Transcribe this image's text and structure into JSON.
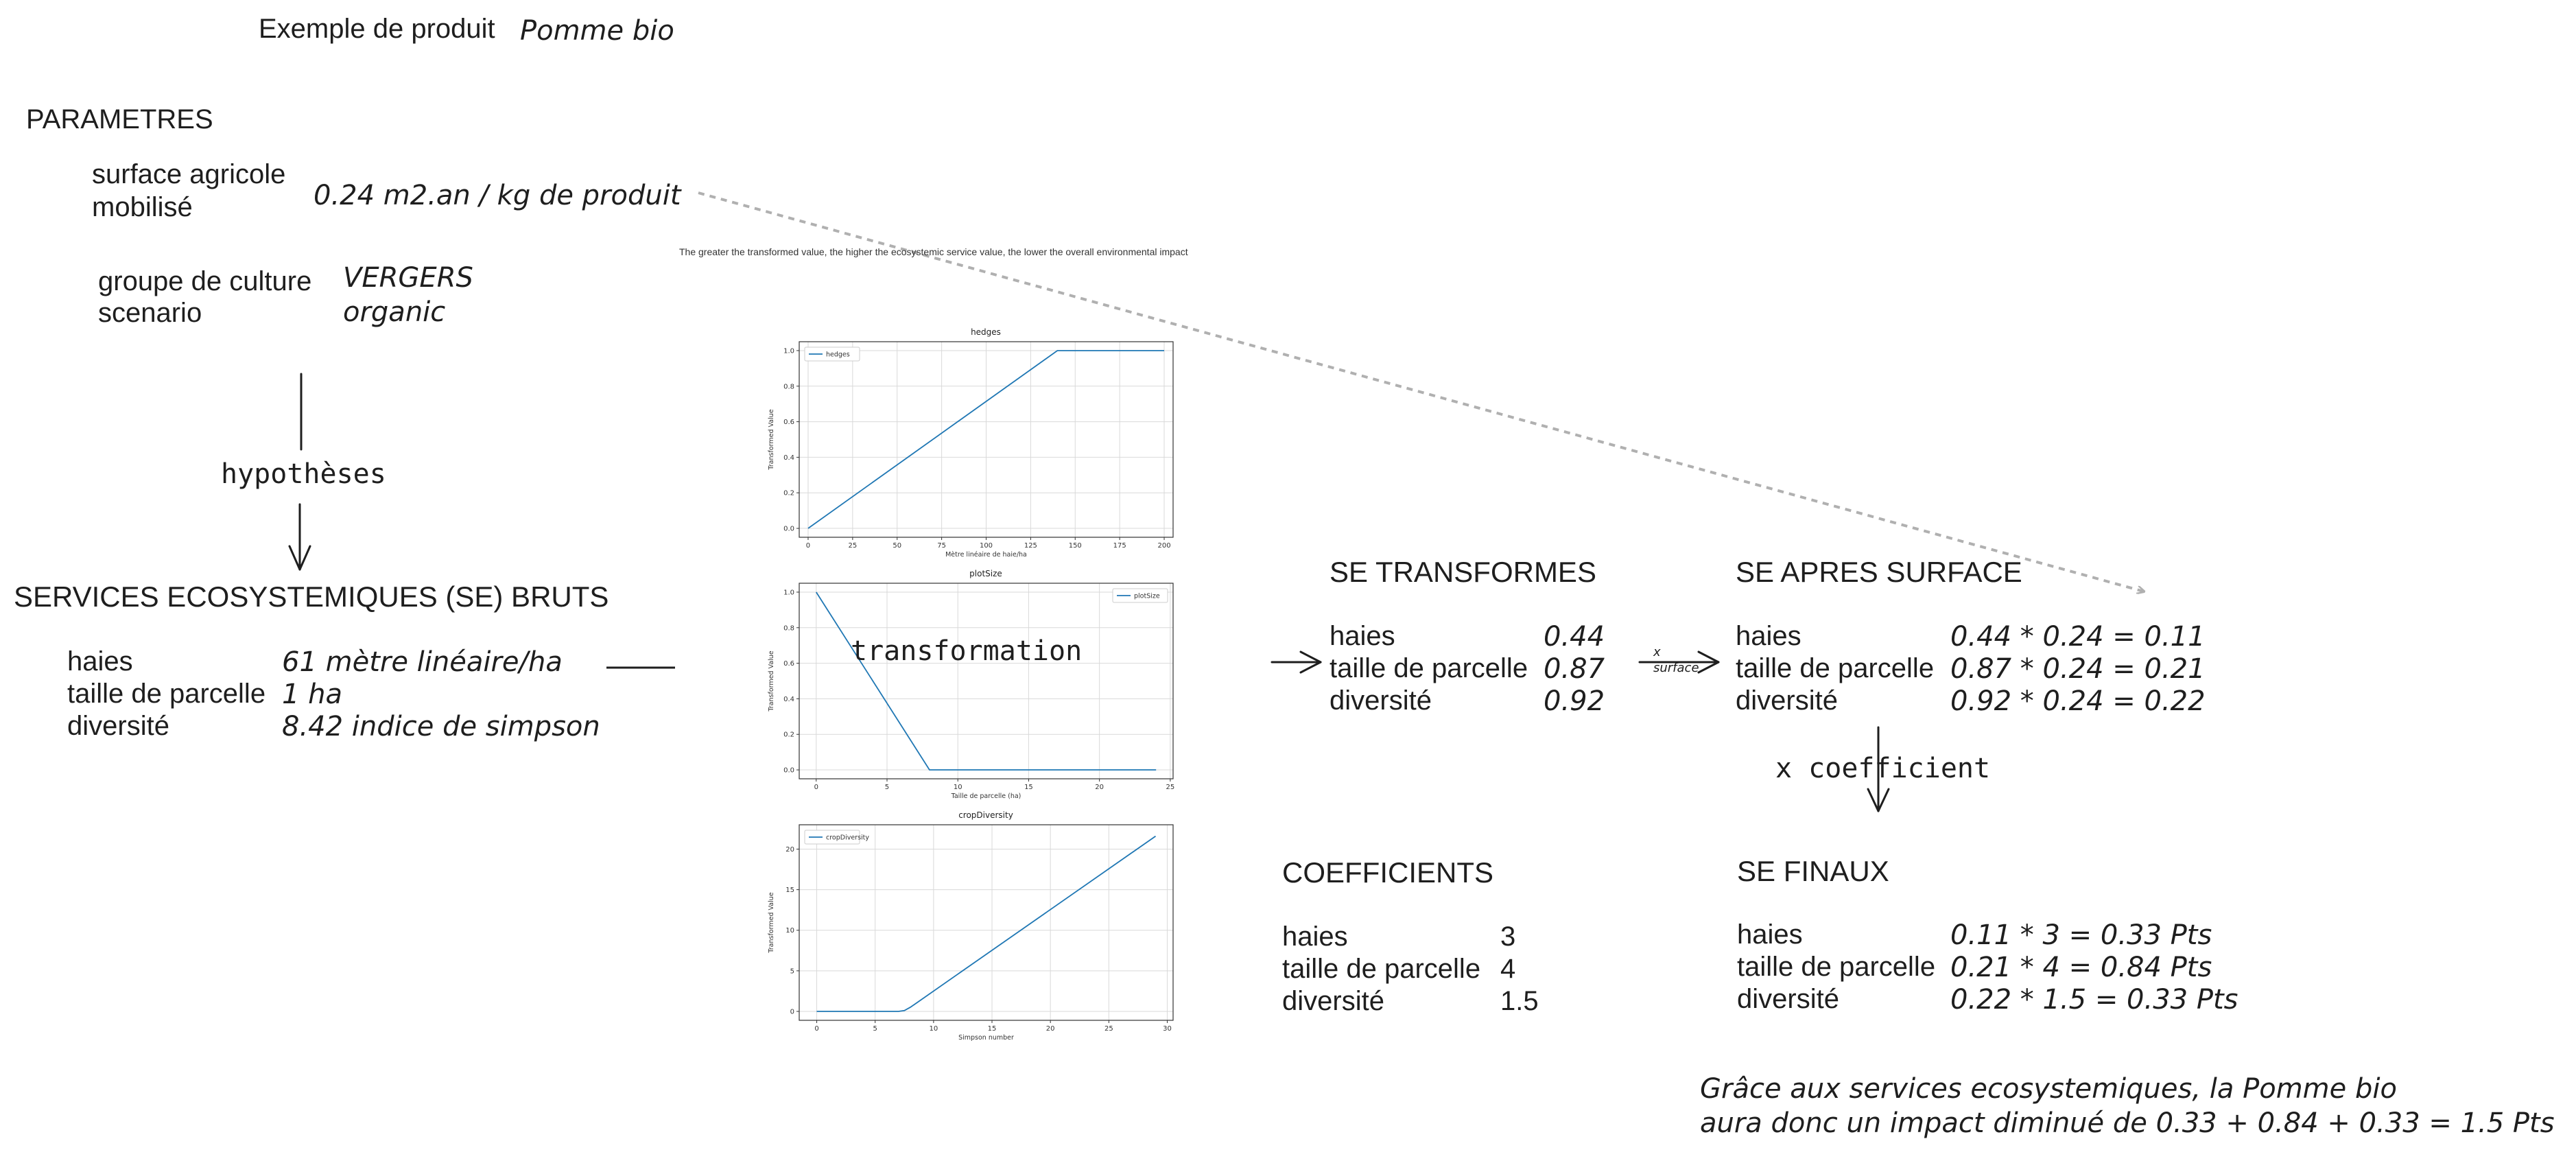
{
  "header": {
    "label": "Exemple de produit",
    "value": "Pomme bio"
  },
  "parametres": {
    "title": "PARAMETRES",
    "surface_label_1": "surface agricole",
    "surface_label_2": "mobilisé",
    "surface_value": "0.24 m2.an / kg de produit",
    "groupe_label": "groupe de culture",
    "groupe_value": "VERGERS",
    "scenario_label": "scenario",
    "scenario_value": "organic"
  },
  "hypotheses_label": "hypothèses",
  "se_bruts": {
    "title": "SERVICES ECOSYSTEMIQUES (SE) BRUTS",
    "rows": [
      {
        "label": "haies",
        "value": "61 mètre linéaire/ha"
      },
      {
        "label": "taille de parcelle",
        "value": "1 ha"
      },
      {
        "label": "diversité",
        "value": "8.42 indice de simpson"
      }
    ]
  },
  "transformation_label": "transformation",
  "charts_caption": "The greater the transformed value, the higher the ecosystemic service value, the lower the overall environmental impact",
  "se_transformes": {
    "title": "SE TRANSFORMES",
    "rows": [
      {
        "label": "haies",
        "value": "0.44"
      },
      {
        "label": "taille de parcelle",
        "value": "0.87"
      },
      {
        "label": "diversité",
        "value": "0.92"
      }
    ]
  },
  "surface_arrow": {
    "x": "x",
    "label": "surface"
  },
  "se_apres_surface": {
    "title": "SE APRES SURFACE",
    "rows": [
      {
        "label": "haies",
        "value": "0.44 * 0.24 = 0.11"
      },
      {
        "label": "taille de parcelle",
        "value": "0.87 * 0.24 = 0.21"
      },
      {
        "label": "diversité",
        "value": "0.92 * 0.24 = 0.22"
      }
    ]
  },
  "coefficient_label": "x coefficient",
  "coefficients": {
    "title": "COEFFICIENTS",
    "rows": [
      {
        "label": "haies",
        "value": "3"
      },
      {
        "label": "taille de parcelle",
        "value": "4"
      },
      {
        "label": "diversité",
        "value": "1.5"
      }
    ]
  },
  "se_finaux": {
    "title": "SE FINAUX",
    "rows": [
      {
        "label": "haies",
        "value": "0.11 * 3 = 0.33 Pts"
      },
      {
        "label": "taille de parcelle",
        "value": "0.21 * 4 = 0.84 Pts"
      },
      {
        "label": "diversité",
        "value": "0.22 * 1.5 = 0.33 Pts"
      }
    ]
  },
  "conclusion": {
    "line1": "Grâce aux services ecosystemiques, la Pomme bio",
    "line2": "aura donc un impact diminué de 0.33 + 0.84 + 0.33 = 1.5 Pts"
  },
  "colors": {
    "ink": "#1e1e1e",
    "series": "#1f77b4",
    "dashed_arrow": "#b0b0b0",
    "grid": "#d9d9d9"
  },
  "chart_data": [
    {
      "type": "line",
      "title": "hedges",
      "xlabel": "Mètre linéaire de haie/ha",
      "ylabel": "Transformed Value",
      "legend": "top-left",
      "grid": true,
      "xlim": [
        -5,
        205
      ],
      "ylim": [
        -0.05,
        1.05
      ],
      "xticks": [
        0,
        25,
        50,
        75,
        100,
        125,
        150,
        175,
        200
      ],
      "yticks": [
        0.0,
        0.2,
        0.4,
        0.6,
        0.8,
        1.0
      ],
      "series": [
        {
          "name": "hedges",
          "x": [
            0,
            140,
            200
          ],
          "y": [
            0,
            1,
            1
          ]
        }
      ]
    },
    {
      "type": "line",
      "title": "plotSize",
      "xlabel": "Taille de parcelle (ha)",
      "ylabel": "Transformed Value",
      "legend": "top-right",
      "grid": true,
      "xlim": [
        -1.2,
        25.2
      ],
      "ylim": [
        -0.05,
        1.05
      ],
      "xticks": [
        0,
        5,
        10,
        15,
        20,
        25
      ],
      "yticks": [
        0.0,
        0.2,
        0.4,
        0.6,
        0.8,
        1.0
      ],
      "series": [
        {
          "name": "plotSize",
          "x": [
            0,
            8,
            24
          ],
          "y": [
            1,
            0,
            0
          ]
        }
      ]
    },
    {
      "type": "line",
      "title": "cropDiversity",
      "xlabel": "Simpson number",
      "ylabel": "Transformed Value",
      "legend": "top-left",
      "grid": true,
      "xlim": [
        -1.5,
        30.5
      ],
      "ylim": [
        -1.1,
        23
      ],
      "xticks": [
        0,
        5,
        10,
        15,
        20,
        25,
        30
      ],
      "yticks": [
        0,
        5,
        10,
        15,
        20
      ],
      "series": [
        {
          "name": "cropDiversity",
          "x": [
            0,
            7,
            7.5,
            8,
            8.5,
            29
          ],
          "y": [
            0,
            0,
            0.1,
            0.5,
            1.0,
            21.6
          ]
        }
      ]
    }
  ]
}
